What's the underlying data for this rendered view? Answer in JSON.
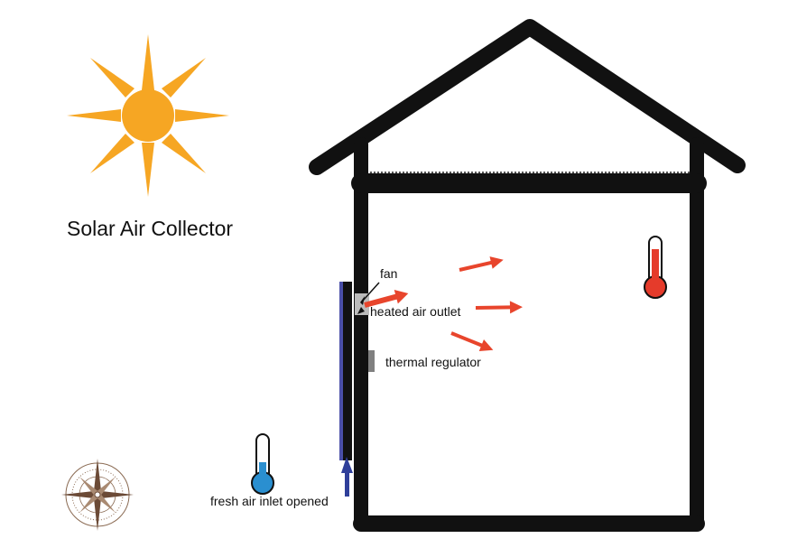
{
  "title": "Solar Air Collector",
  "labels": {
    "fan": "fan",
    "heated_air_outlet": "heated air outlet",
    "thermal_regulator": "thermal regulator",
    "fresh_air_inlet": "fresh air inlet opened"
  },
  "colors": {
    "sun": "#f6a623",
    "house_outline": "#111111",
    "heated_air_arrow": "#e8452c",
    "fresh_air_arrow": "#2f3f9a",
    "collector_panel": "#4a4fa8",
    "warm_thermometer": "#e53b2b",
    "cool_thermometer": "#2a8fd0",
    "regulator": "#808080",
    "compass": "#8a6a52"
  },
  "icons": {
    "sun": "sun-icon",
    "house": "house-outline",
    "collector": "solar-collector-panel",
    "fan": "fan-icon",
    "warm_thermometer": "thermometer-hot-icon",
    "cool_thermometer": "thermometer-cold-icon",
    "compass": "compass-rose-icon"
  }
}
